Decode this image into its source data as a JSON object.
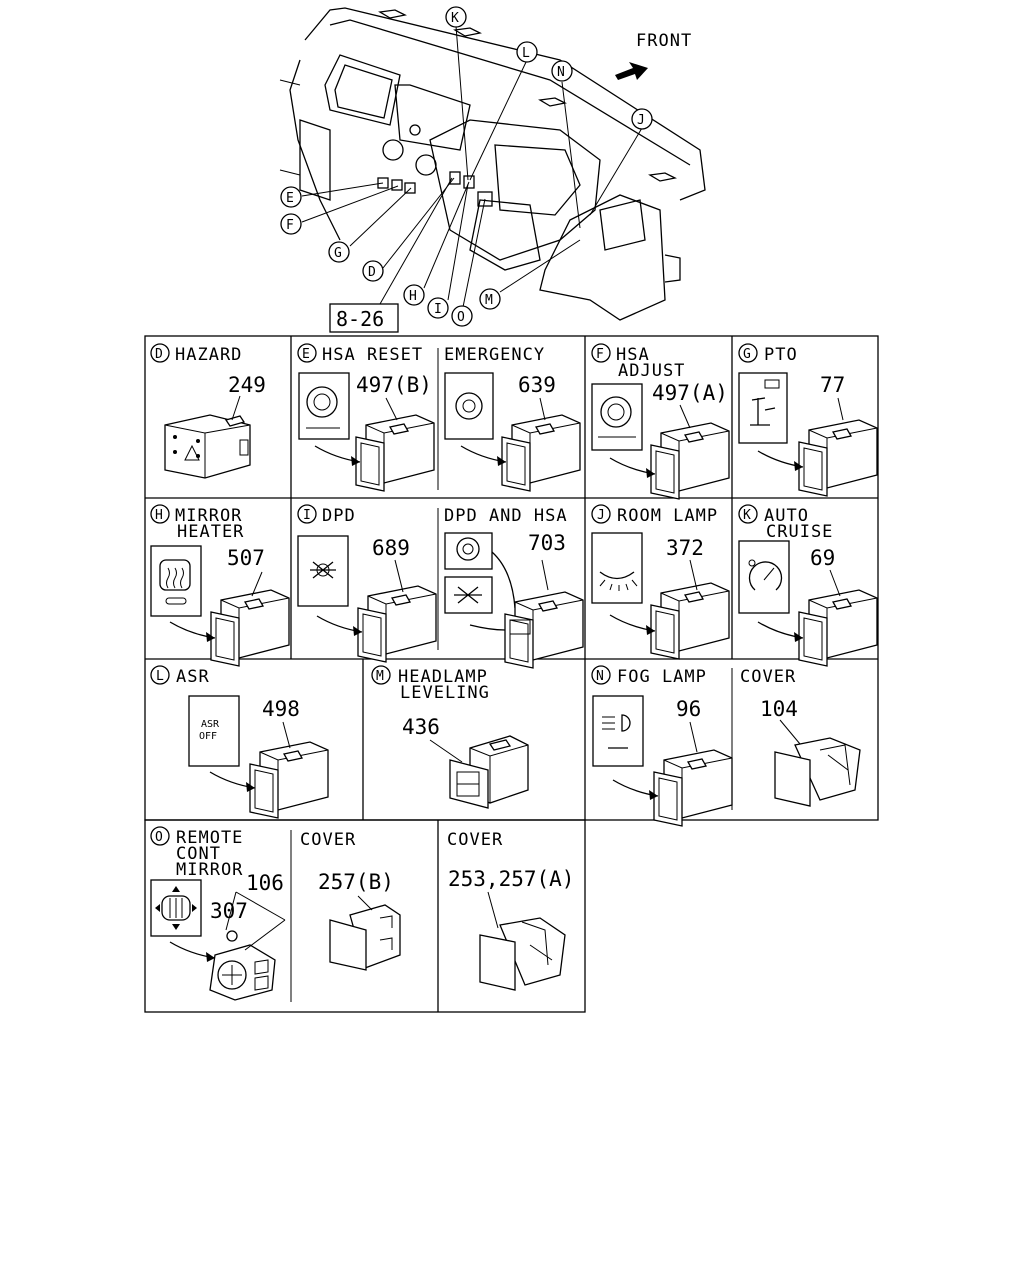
{
  "header": {
    "front_label": "FRONT",
    "ref_label": "8-26"
  },
  "callouts": [
    "K",
    "L",
    "N",
    "J",
    "E",
    "F",
    "G",
    "D",
    "H",
    "I",
    "O",
    "M"
  ],
  "cells": {
    "D": {
      "letter": "D",
      "title": [
        "HAZARD"
      ],
      "part": "249"
    },
    "E": {
      "letter": "E",
      "title": [
        "HSA RESET"
      ],
      "part": "497(B)"
    },
    "EM": {
      "letter": "",
      "title": [
        "EMERGENCY"
      ],
      "part": "639"
    },
    "F": {
      "letter": "F",
      "title": [
        "HSA",
        "ADJUST"
      ],
      "part": "497(A)"
    },
    "G": {
      "letter": "G",
      "title": [
        "PTO"
      ],
      "part": "77"
    },
    "H": {
      "letter": "H",
      "title": [
        "MIRROR",
        "HEATER"
      ],
      "part": "507"
    },
    "I": {
      "letter": "I",
      "title": [
        "DPD"
      ],
      "part": "689"
    },
    "DH": {
      "letter": "",
      "title": [
        "DPD AND HSA"
      ],
      "part": "703"
    },
    "J": {
      "letter": "J",
      "title": [
        "ROOM LAMP"
      ],
      "part": "372"
    },
    "K": {
      "letter": "K",
      "title": [
        "AUTO",
        "CRUISE"
      ],
      "part": "69"
    },
    "L": {
      "letter": "L",
      "title": [
        "ASR"
      ],
      "part": "498",
      "icon_text": [
        "ASR",
        "OFF"
      ]
    },
    "M": {
      "letter": "M",
      "title": [
        "HEADLAMP",
        "LEVELING"
      ],
      "part": "436"
    },
    "N": {
      "letter": "N",
      "title": [
        "FOG LAMP"
      ],
      "part": "96"
    },
    "C1": {
      "letter": "",
      "title": [
        "COVER"
      ],
      "part": "104"
    },
    "O": {
      "letter": "O",
      "title": [
        "REMOTE",
        "CONT",
        "MIRROR"
      ],
      "part": "106",
      "part2": "307"
    },
    "C2": {
      "letter": "",
      "title": [
        "COVER"
      ],
      "part": "257(B)"
    },
    "C3": {
      "letter": "",
      "title": [
        "COVER"
      ],
      "part": "253,257(A)"
    }
  }
}
